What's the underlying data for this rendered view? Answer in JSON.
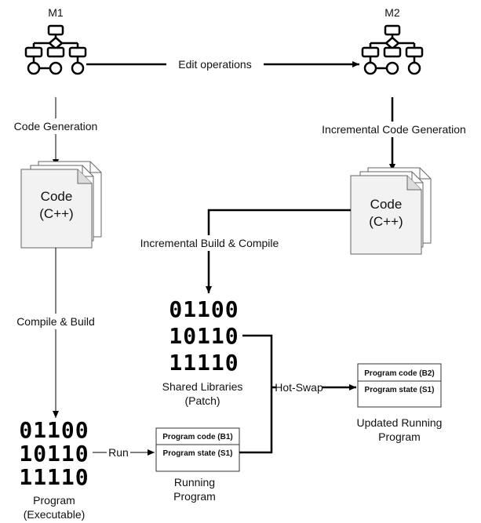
{
  "models": {
    "m1": "M1",
    "m2": "M2",
    "edit_label": "Edit operations"
  },
  "codegen": {
    "left_label": "Code Generation",
    "right_label": "Incremental Code Generation"
  },
  "code_doc": {
    "line1": "Code",
    "line2": "(C++)"
  },
  "build": {
    "compile_label": "Compile & Build",
    "incremental_label": "Incremental Build & Compile"
  },
  "binary": {
    "row1": "01100",
    "row2": "10110",
    "row3": "11110"
  },
  "program": {
    "line1": "Program",
    "line2": "(Executable)",
    "run_label": "Run"
  },
  "shared_libs": {
    "line1": "Shared Libraries",
    "line2": "(Patch)"
  },
  "hot_swap_label": "Hot-Swap",
  "running_box": {
    "code": "Program code (B1)",
    "state": "Program state (S1)",
    "caption1": "Running",
    "caption2": "Program"
  },
  "updated_box": {
    "code": "Program code (B2)",
    "state": "Program state (S1)",
    "caption1": "Updated Running",
    "caption2": "Program"
  }
}
